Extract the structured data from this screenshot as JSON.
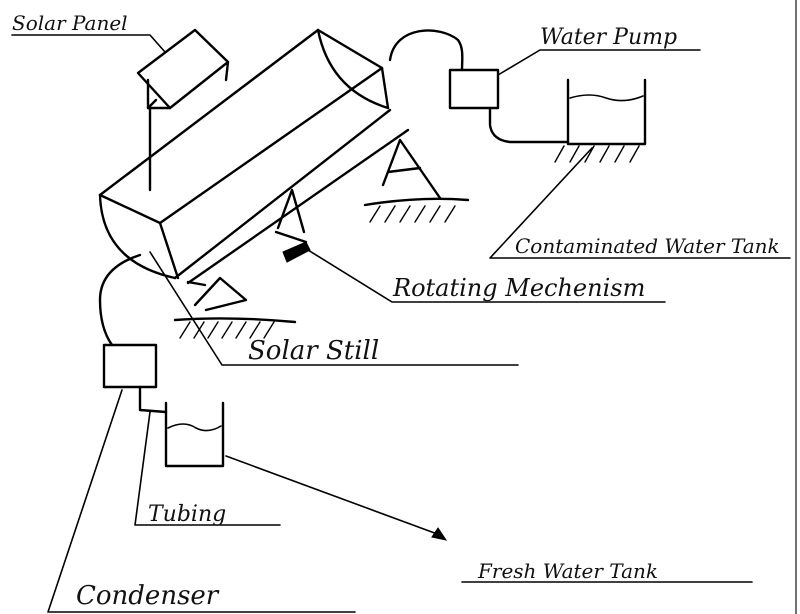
{
  "labels": {
    "solar_panel": "Solar Panel",
    "water_pump": "Water Pump",
    "contaminated_water_tank": "Contaminated Water Tank",
    "rotating_mechanism": "Rotating Mechenism",
    "solar_still": "Solar Still",
    "tubing": "Tubing",
    "fresh_water_tank": "Fresh Water Tank",
    "condenser": "Condenser"
  },
  "colors": {
    "ink": "#000000",
    "background": "#ffffff"
  }
}
